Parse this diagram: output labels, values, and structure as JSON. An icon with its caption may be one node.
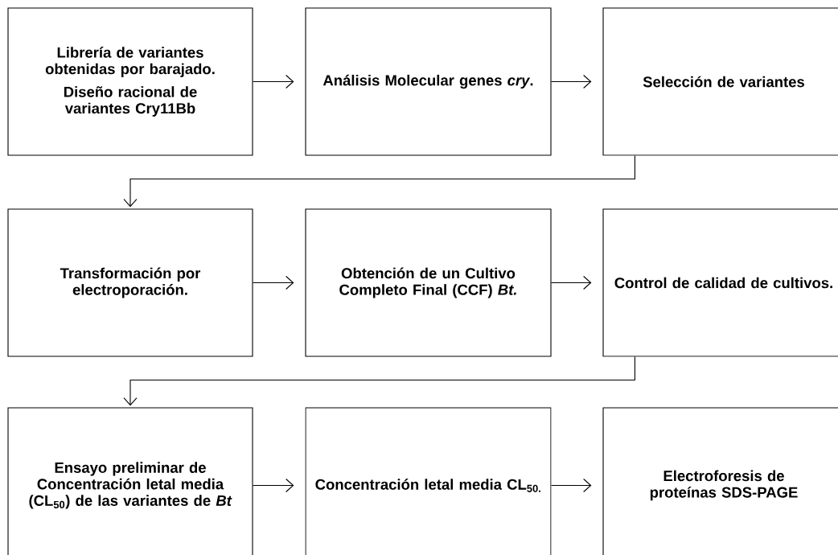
{
  "diagram": {
    "nodes": [
      {
        "text": [
          "Librería de variantes obtenidas por barajado.",
          "Diseño racional de variantes Cry11Bb"
        ]
      },
      {
        "text": [
          "Análisis Molecular genes *cry*."
        ]
      },
      {
        "text": [
          "Selección de variantes"
        ]
      },
      {
        "text": [
          "Transformación por electroporación."
        ]
      },
      {
        "text": [
          "Obtención de un Cultivo Completo Final (CCF) *Bt.*"
        ]
      },
      {
        "text": [
          "Control de calidad de cultivos."
        ]
      },
      {
        "text": [
          "Ensayo preliminar de Concentración letal media (CL$_{50}$) de las variantes de *Bt*"
        ]
      },
      {
        "text": [
          "Concentración letal media CL$_{50.}$"
        ]
      },
      {
        "text": [
          "Electroforesis de proteínas SDS-PAGE"
        ]
      }
    ],
    "edges": [
      {
        "from": 0,
        "to": 1,
        "arrow": "to"
      },
      {
        "from": 1,
        "to": 2,
        "arrow": "to"
      },
      {
        "from": 2,
        "to": 3,
        "arrow": "to"
      },
      {
        "from": 3,
        "to": 4,
        "arrow": "to"
      },
      {
        "from": 4,
        "to": 5,
        "arrow": "to"
      },
      {
        "from": 5,
        "to": 6,
        "arrow": "to"
      },
      {
        "from": 6,
        "to": 7,
        "arrow": "to"
      },
      {
        "from": 7,
        "to": 8,
        "arrow": "to"
      }
    ]
  }
}
